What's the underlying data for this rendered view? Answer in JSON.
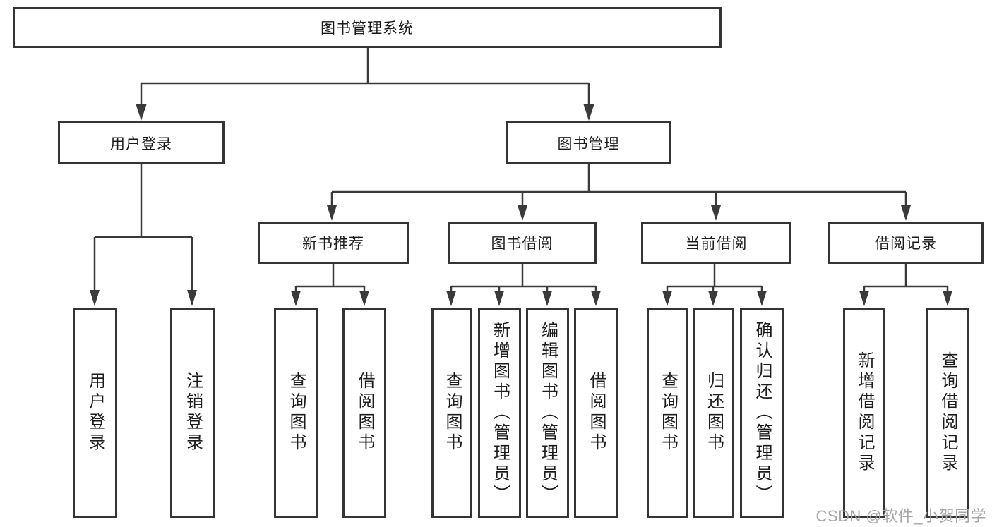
{
  "diagram": {
    "root": "图书管理系统",
    "branches": [
      {
        "label": "用户登录",
        "leaves": [
          "用户登录",
          "注销登录"
        ]
      },
      {
        "label": "图书管理",
        "groups": [
          {
            "label": "新书推荐",
            "leaves": [
              "查询图书",
              "借阅图书"
            ]
          },
          {
            "label": "图书借阅",
            "leaves": [
              "查询图书",
              "新增图书（管理员）",
              "编辑图书（管理员）",
              "借阅图书"
            ]
          },
          {
            "label": "当前借阅",
            "leaves": [
              "查询图书",
              "归还图书",
              "确认归还（管理员）"
            ]
          },
          {
            "label": "借阅记录",
            "leaves": [
              "新增借阅记录",
              "查询借阅记录"
            ]
          }
        ]
      }
    ]
  },
  "watermark": "CSDN @软件_小贺同学",
  "colors": {
    "line": "#3a3a3a",
    "box_border": "#343434",
    "text": "#1c1c1c",
    "watermark": "#a6a6a6",
    "background": "#ffffff"
  }
}
